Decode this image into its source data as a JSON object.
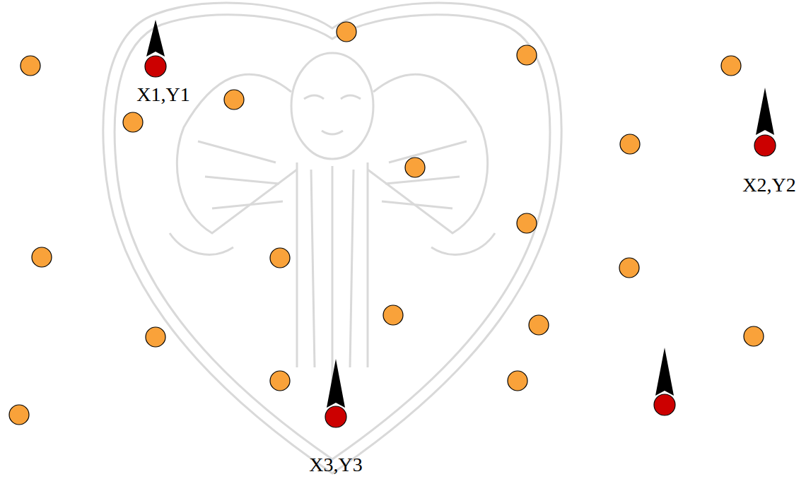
{
  "diagram": {
    "labels": [
      "X1,Y1",
      "X2,Y2",
      "X3,Y3"
    ]
  }
}
